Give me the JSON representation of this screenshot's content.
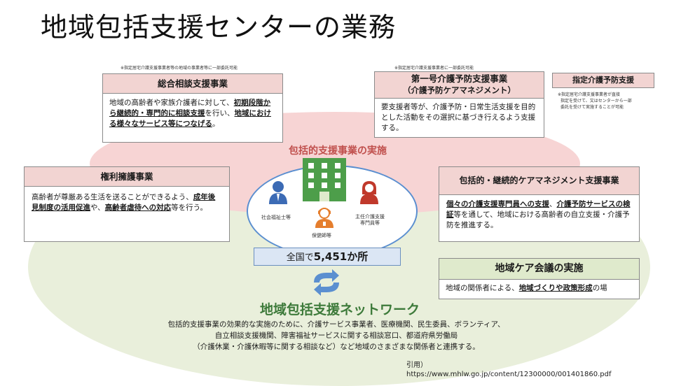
{
  "title": "地域包括支援センターの業務",
  "notes": {
    "general": "※指定居宅介護支援事業者等の地域の事業者等に一部委託可能",
    "first": "※指定居宅介護支援事業者に一部委託可能",
    "designated": [
      "※指定居宅介護支援事業者が直接",
      "指定を受けて、又はセンターから一部",
      "委託を受けて実施することが可能"
    ]
  },
  "general_consult": {
    "heading": "総合相談支援事業",
    "text_1": "地域の高齢者や家族介護者に対して、",
    "em_1": "初期段階から継続的・専門的に相談支援",
    "text_2": "を行い、",
    "em_2": "地域における様々なサービス等につなげる",
    "text_3": "。"
  },
  "first_care": {
    "heading_1": "第一号介護予防支援事業",
    "heading_2": "（介護予防ケアマネジメント）",
    "body": "要支援者等が、介護予防・日常生活支援を目的とした活動をその選択に基づき行えるよう支援する。"
  },
  "designated_support": {
    "heading": "指定介護予防支援"
  },
  "rights": {
    "heading": "権利擁護事業",
    "text_1": "高齢者が尊厳ある生活を送ることができるよう、",
    "em_1": "成年後見制度の活用促進",
    "text_2": "や、",
    "em_2": "高齢者虐待への対応",
    "text_3": "等を行う。"
  },
  "continuous_care": {
    "heading": "包括的・継続的ケアマネジメント支援事業",
    "em_1": "個々の介護支援専門員への支援",
    "text_1": "、",
    "em_2": "介護予防サービスの検証",
    "text_2": "等を通して、地域における高齢者の自立支援・介護予防を推進する。"
  },
  "center": {
    "label": "包括的支援事業の実施",
    "roles": {
      "social_worker": "社会福祉士等",
      "nurse": "保健師等",
      "care_manager": [
        "主任介護支援",
        "専門員等"
      ]
    },
    "count_prefix": "全国で",
    "count": "5,451か所"
  },
  "care_meeting": {
    "heading": "地域ケア会議の実施",
    "text_1": "地域の関係者による、",
    "em_1": "地域づくりや政策形成",
    "text_2": "の場"
  },
  "network": {
    "title": "地域包括支援ネットワーク",
    "lines": [
      "包括的支援事業の効果的な実施のために、介護サービス事業者、医療機関、民生委員、ボランティア、",
      "自立相談支援機関、障害福祉サービスに関する相談窓口、都道府県労働局",
      "（介護休業・介護休暇等に関する相談など）など地域のさまざまな関係者と連携する。"
    ]
  },
  "citation": {
    "label": "引用）",
    "url": "https://www.mhlw.go.jp/content/12300000/001401860.pdf"
  },
  "colors": {
    "pink_head": "#f2d4d2",
    "green_head": "#dfeacc",
    "network_green": "#3d7a3a",
    "center_red": "#c0504d"
  }
}
